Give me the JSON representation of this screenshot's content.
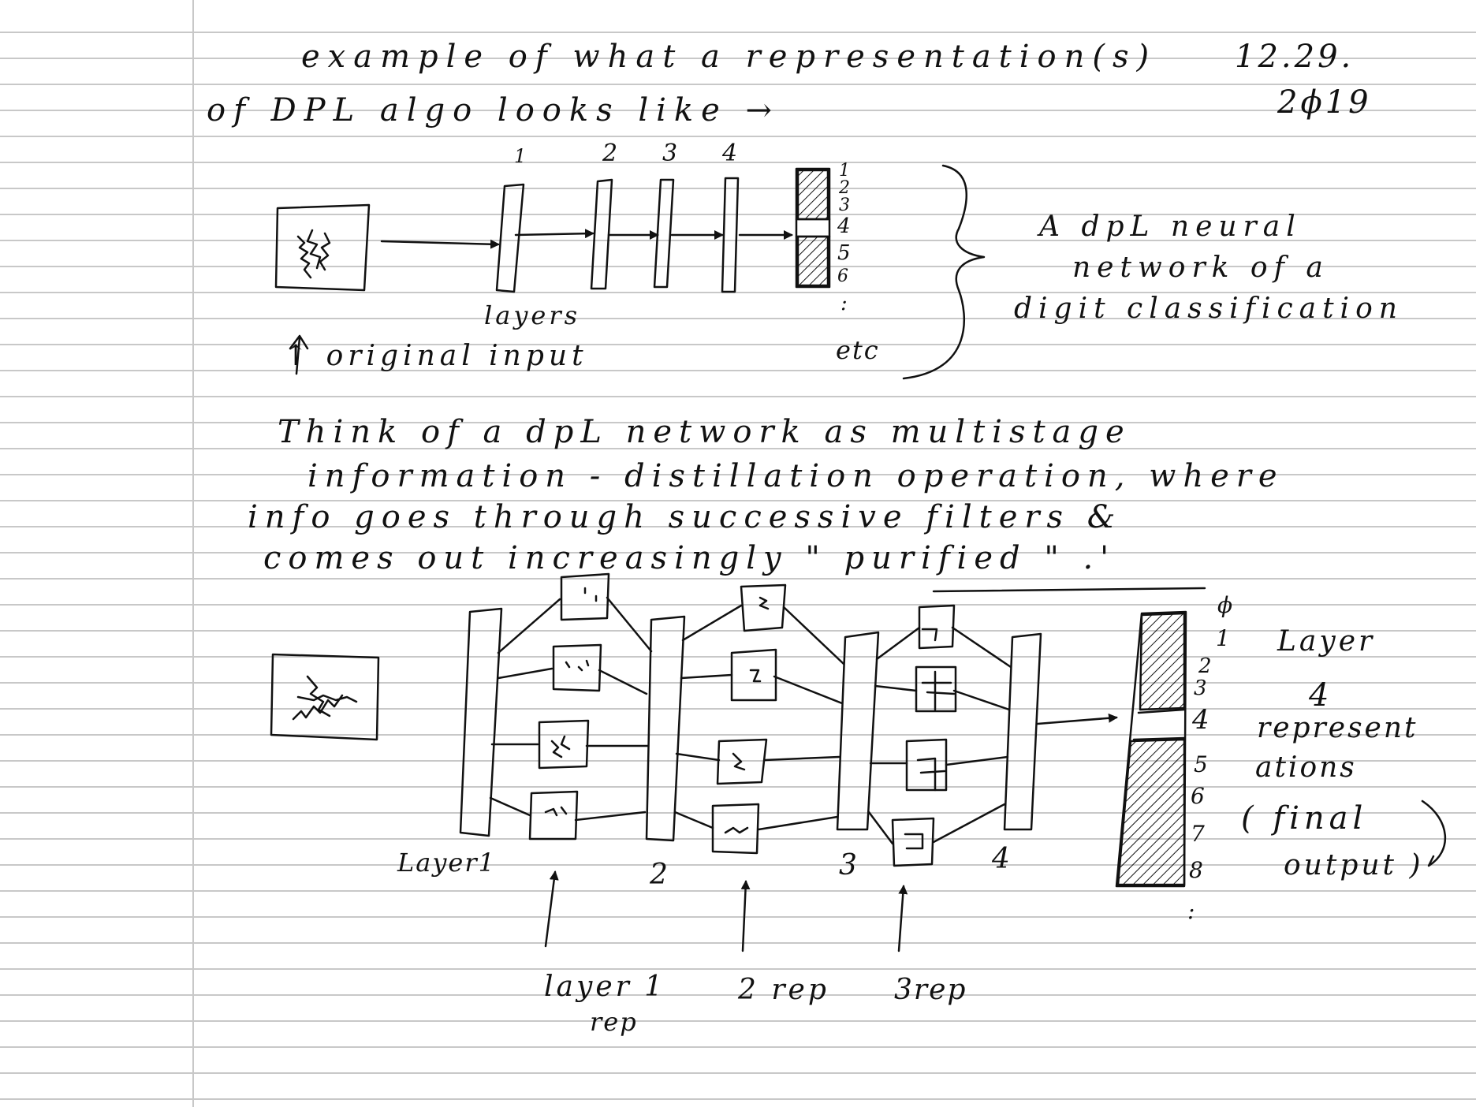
{
  "colors": {
    "ink": "#111111",
    "rule": "#c8c8c8",
    "paper": "#ffffff"
  },
  "header": {
    "line1": "example of what a representation(s)",
    "line2": "of DPL algo looks like →",
    "date_line1": "12.29.",
    "date_line2": "2ϕ19"
  },
  "diagram1": {
    "layer_numbers": [
      "1",
      "2",
      "3",
      "4"
    ],
    "output_indices": [
      "1",
      "2",
      "3",
      "4",
      "5",
      "6",
      ":",
      "etc"
    ],
    "label_layers": "layers",
    "label_input": "↑ original input",
    "note_line1": "A dpL neural",
    "note_line2": "network of a",
    "note_line3": "digit classification"
  },
  "paragraph": {
    "line1": "Think of a dpL network as multistage",
    "line2": "information - distillation operation, where",
    "line3": "info goes through successive filters &",
    "line4": "comes out increasingly \" purified \" .'"
  },
  "diagram2": {
    "layer_labels": [
      "Layer1",
      "2",
      "3",
      "4"
    ],
    "output_indices": [
      "ϕ",
      "1",
      "2",
      "3",
      "4",
      "5",
      "6",
      "7",
      "8",
      ":"
    ],
    "rep_label_1_line1": "layer 1",
    "rep_label_1_line2": "rep",
    "rep_label_2": "2 rep",
    "rep_label_3": "3rep",
    "side_line1": "Layer",
    "side_line2": "4",
    "side_line3": "represent",
    "side_line4": "ations",
    "side_line5": "( final",
    "side_line6": "output )"
  }
}
